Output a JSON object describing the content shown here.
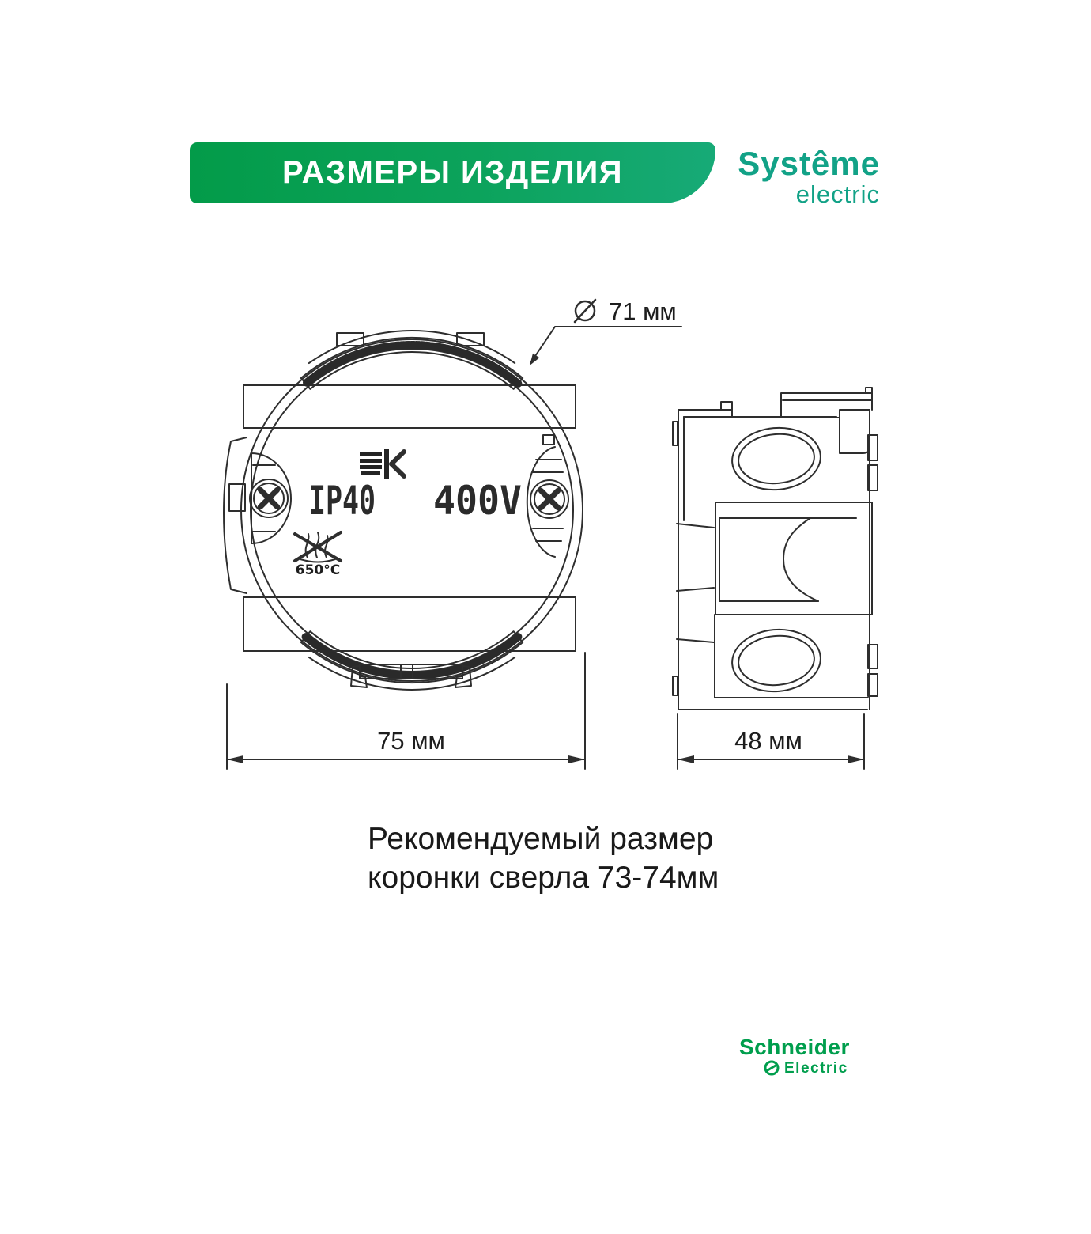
{
  "title_banner": {
    "text": "РАЗМЕРЫ ИЗДЕЛИЯ",
    "bg_gradient_start": "#039B49",
    "bg_gradient_end": "#17AA77",
    "text_color": "#FFFFFF"
  },
  "brand_top": {
    "line1": "Systême",
    "line2": "electric",
    "color": "#12A287"
  },
  "drawing": {
    "line_color": "#2E2E2E",
    "front_view": {
      "markings": {
        "ip_rating": "IP40",
        "voltage": "400V",
        "fire_temp": "650°C"
      },
      "icons": [
        "ek-cert-logo-icon",
        "no-flame-650-icon",
        "phillips-screw-icon"
      ]
    },
    "dimensions": {
      "diameter": "71 мм",
      "diameter_symbol": "⌀",
      "width": "75 мм",
      "depth": "48 мм"
    }
  },
  "note": {
    "line1": "Рекомендуемый размер",
    "line2": "коронки сверла 73-74мм"
  },
  "brand_bottom": {
    "line1": "Schneider",
    "line2": "Electric",
    "color": "#009E4D"
  }
}
